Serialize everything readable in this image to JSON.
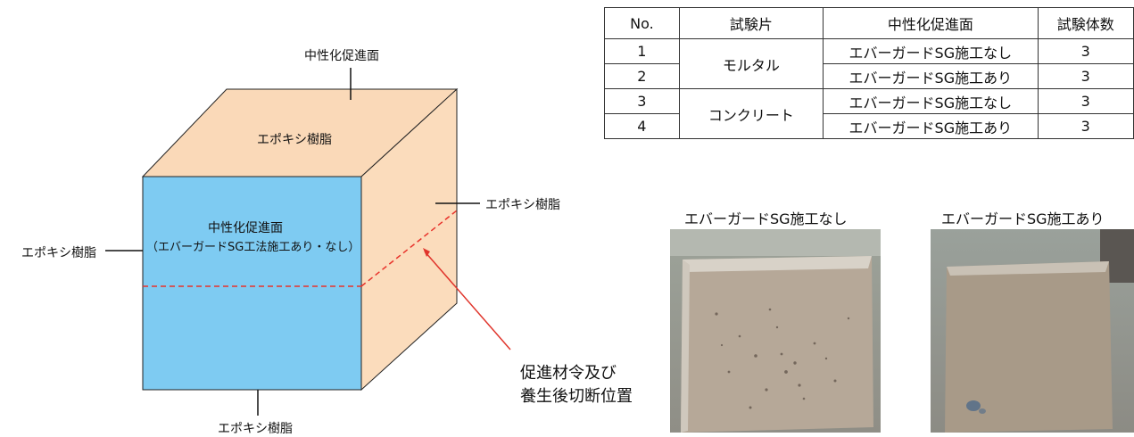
{
  "diagram": {
    "top_label": "中性化促進面",
    "top_face": "エポキシ樹脂",
    "right_label": "エポキシ樹脂",
    "left_label": "エポキシ樹脂",
    "bottom_label": "エポキシ樹脂",
    "front_line1": "中性化促進面",
    "front_line2": "（エバーガードSG工法施工あり・なし）",
    "cut_line1": "促進材令及び",
    "cut_line2": "養生後切断位置"
  },
  "table": {
    "headers": [
      "No.",
      "試験片",
      "中性化促進面",
      "試験体数"
    ],
    "rows": [
      {
        "no": "1",
        "specimen": "モルタル",
        "face": "エバーガードSG施工なし",
        "count": "3"
      },
      {
        "no": "2",
        "specimen": "",
        "face": "エバーガードSG施工あり",
        "count": "3"
      },
      {
        "no": "3",
        "specimen": "コンクリート",
        "face": "エバーガードSG施工なし",
        "count": "3"
      },
      {
        "no": "4",
        "specimen": "",
        "face": "エバーガードSG施工あり",
        "count": "3"
      }
    ]
  },
  "photos": {
    "left_title": "エバーガードSG施工なし",
    "right_title": "エバーガードSG施工あり"
  },
  "colors": {
    "front_face": "#7ecbf2",
    "top_face": "#fad9b8",
    "side_face": "#fbdcbc",
    "cut_line": "#e8332b",
    "arrow": "#e0352c"
  }
}
